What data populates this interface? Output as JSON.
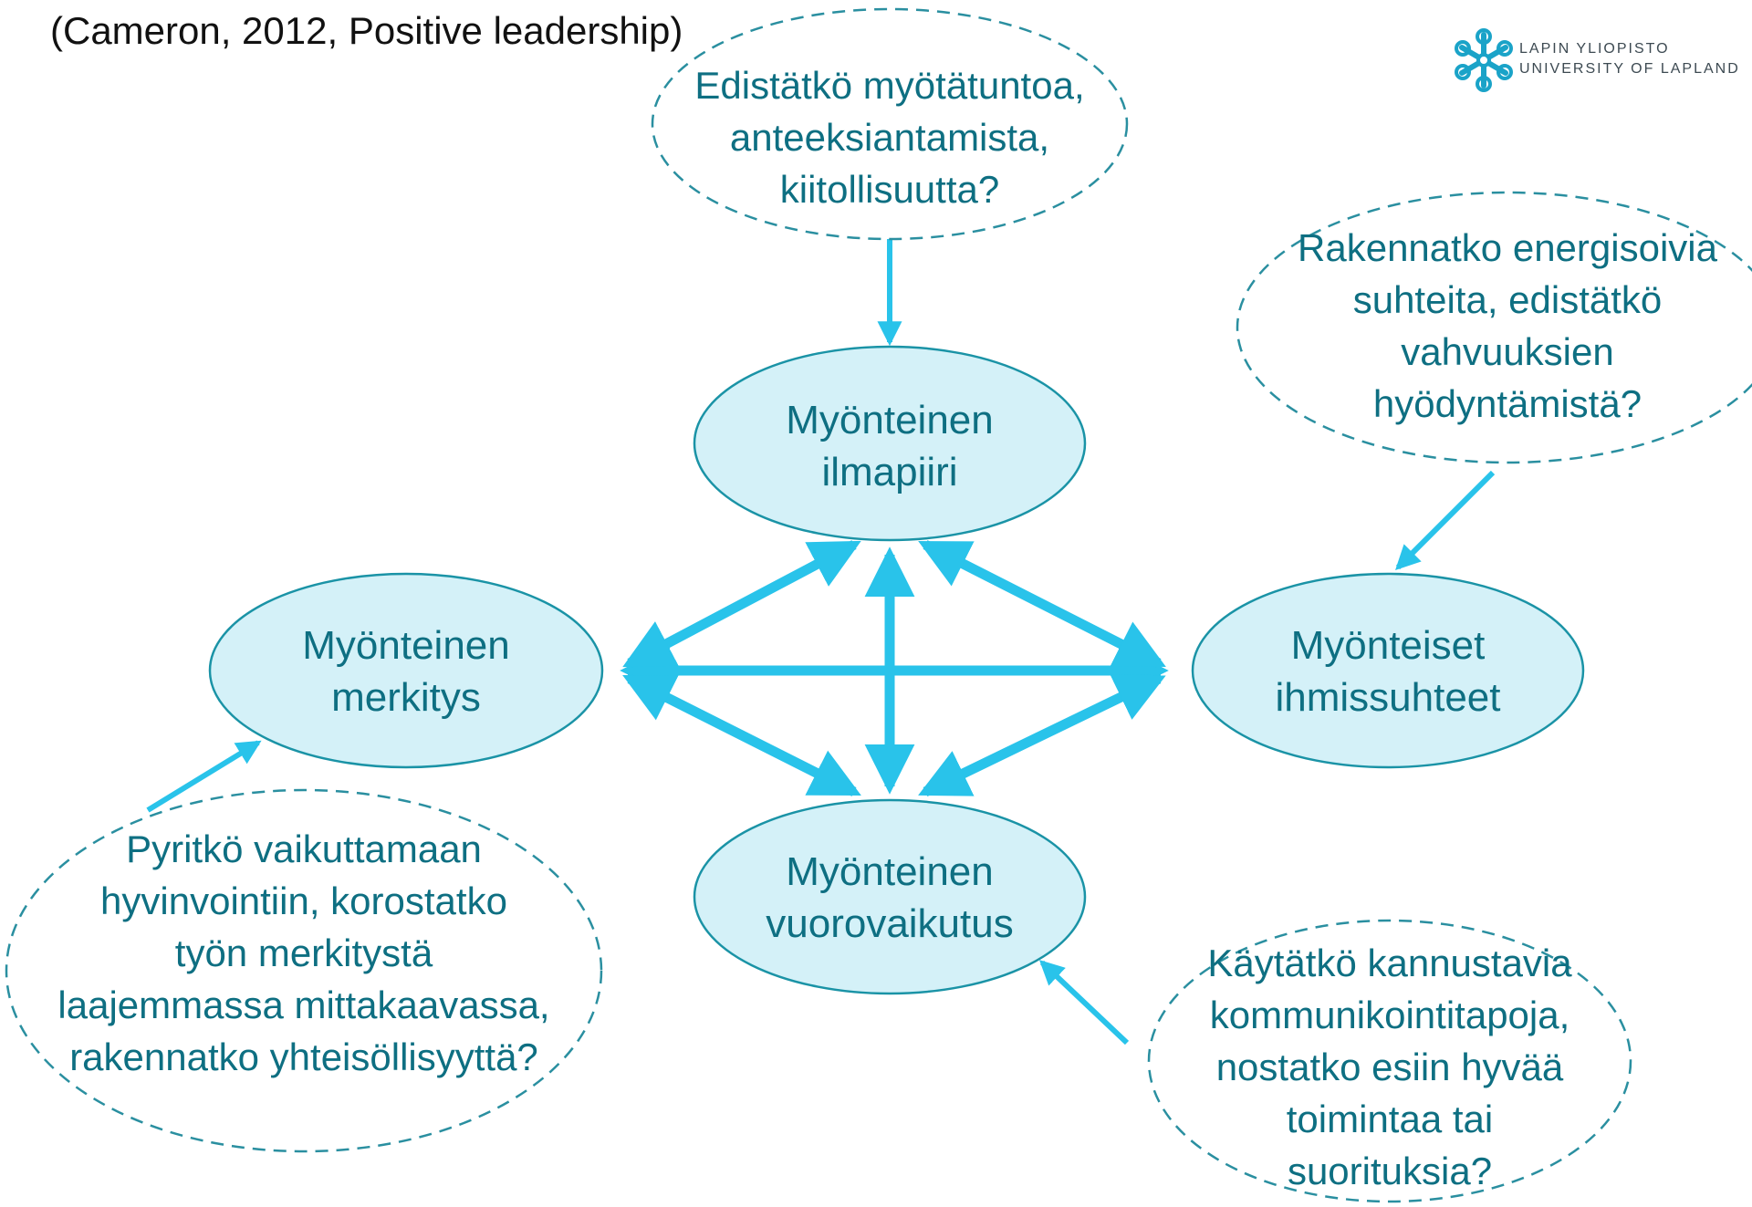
{
  "citation": "(Cameron, 2012, Positive leadership)",
  "logo": {
    "icon": "snowflake-icon",
    "line1": "LAPIN YLIOPISTO",
    "line2": "UNIVERSITY OF LAPLAND",
    "color": "#1aa3c8"
  },
  "colors": {
    "arrow": "#29c3ea",
    "core_fill": "#d4f1f8",
    "core_stroke": "#1a93a6",
    "text": "#0e6f82"
  },
  "core_nodes": {
    "climate": {
      "lines": [
        "Myönteinen",
        "ilmapiiri"
      ]
    },
    "meaning": {
      "lines": [
        "Myönteinen",
        "merkitys"
      ]
    },
    "relationships": {
      "lines": [
        "Myönteiset",
        "ihmissuhteet"
      ]
    },
    "communication": {
      "lines": [
        "Myönteinen",
        "vuorovaikutus"
      ]
    }
  },
  "questions": {
    "climate": {
      "lines": [
        "Edistätkö myötätuntoa,",
        "anteeksiantamista,",
        "kiitollisuutta?"
      ]
    },
    "relationships": {
      "lines": [
        "Rakennatko energisoivia",
        "suhteita, edistätkö",
        "vahvuuksien",
        "hyödyntämistä?"
      ]
    },
    "meaning": {
      "lines": [
        "Pyritkö vaikuttamaan",
        "hyvinvointiin, korostatko",
        "työn merkitystä",
        "laajemmassa mittakaavassa,",
        "rakennatko yhteisöllisyyttä?"
      ]
    },
    "communication": {
      "lines": [
        "Käytätkö kannustavia",
        "kommunikointitapoja,",
        "nostatko esiin hyvää",
        "toimintaa tai",
        "suorituksia?"
      ]
    }
  }
}
